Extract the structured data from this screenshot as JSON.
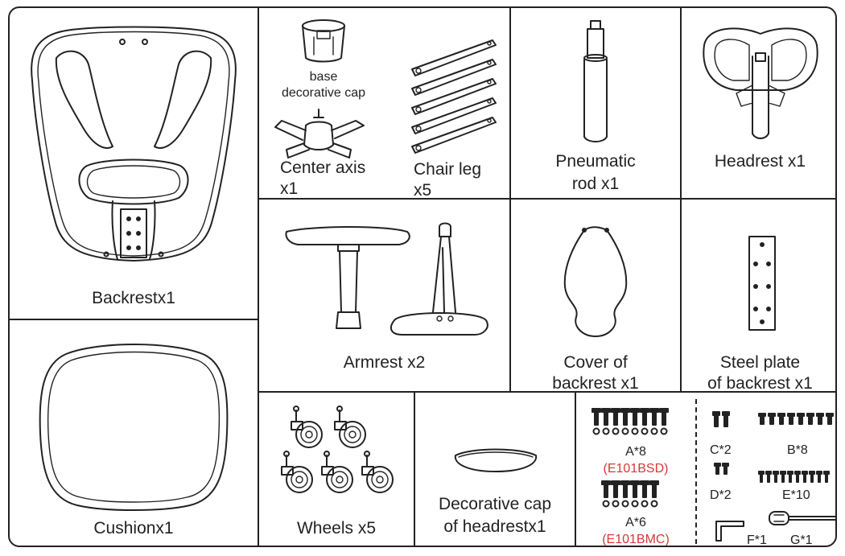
{
  "parts": {
    "backrest": "Backrestx1",
    "cushion": "Cushionx1",
    "base_cap_line1": "base",
    "base_cap_line2": "decorative cap",
    "center_axis_line1": "Center axis",
    "center_axis_line2": "x1",
    "chair_leg_line1": "Chair leg",
    "chair_leg_line2": "x5",
    "pneumatic_line1": "Pneumatic",
    "pneumatic_line2": "rod x1",
    "headrest": "Headrest x1",
    "armrest": "Armrest x2",
    "cover_line1": "Cover of",
    "cover_line2": "backrest x1",
    "steel_line1": "Steel plate",
    "steel_line2": "of backrest x1",
    "wheels": "Wheels x5",
    "deco_cap_line1": "Decorative cap",
    "deco_cap_line2": "of headrestx1"
  },
  "hardware": {
    "a8": "A*8",
    "a8_code": "(E101BSD)",
    "a6": "A*6",
    "a6_code": "(E101BMC)",
    "c2": "C*2",
    "b8": "B*8",
    "d2": "D*2",
    "e10": "E*10",
    "f1": "F*1",
    "g1": "G*1"
  },
  "colors": {
    "line": "#222222",
    "code_red": "#d8363a"
  }
}
